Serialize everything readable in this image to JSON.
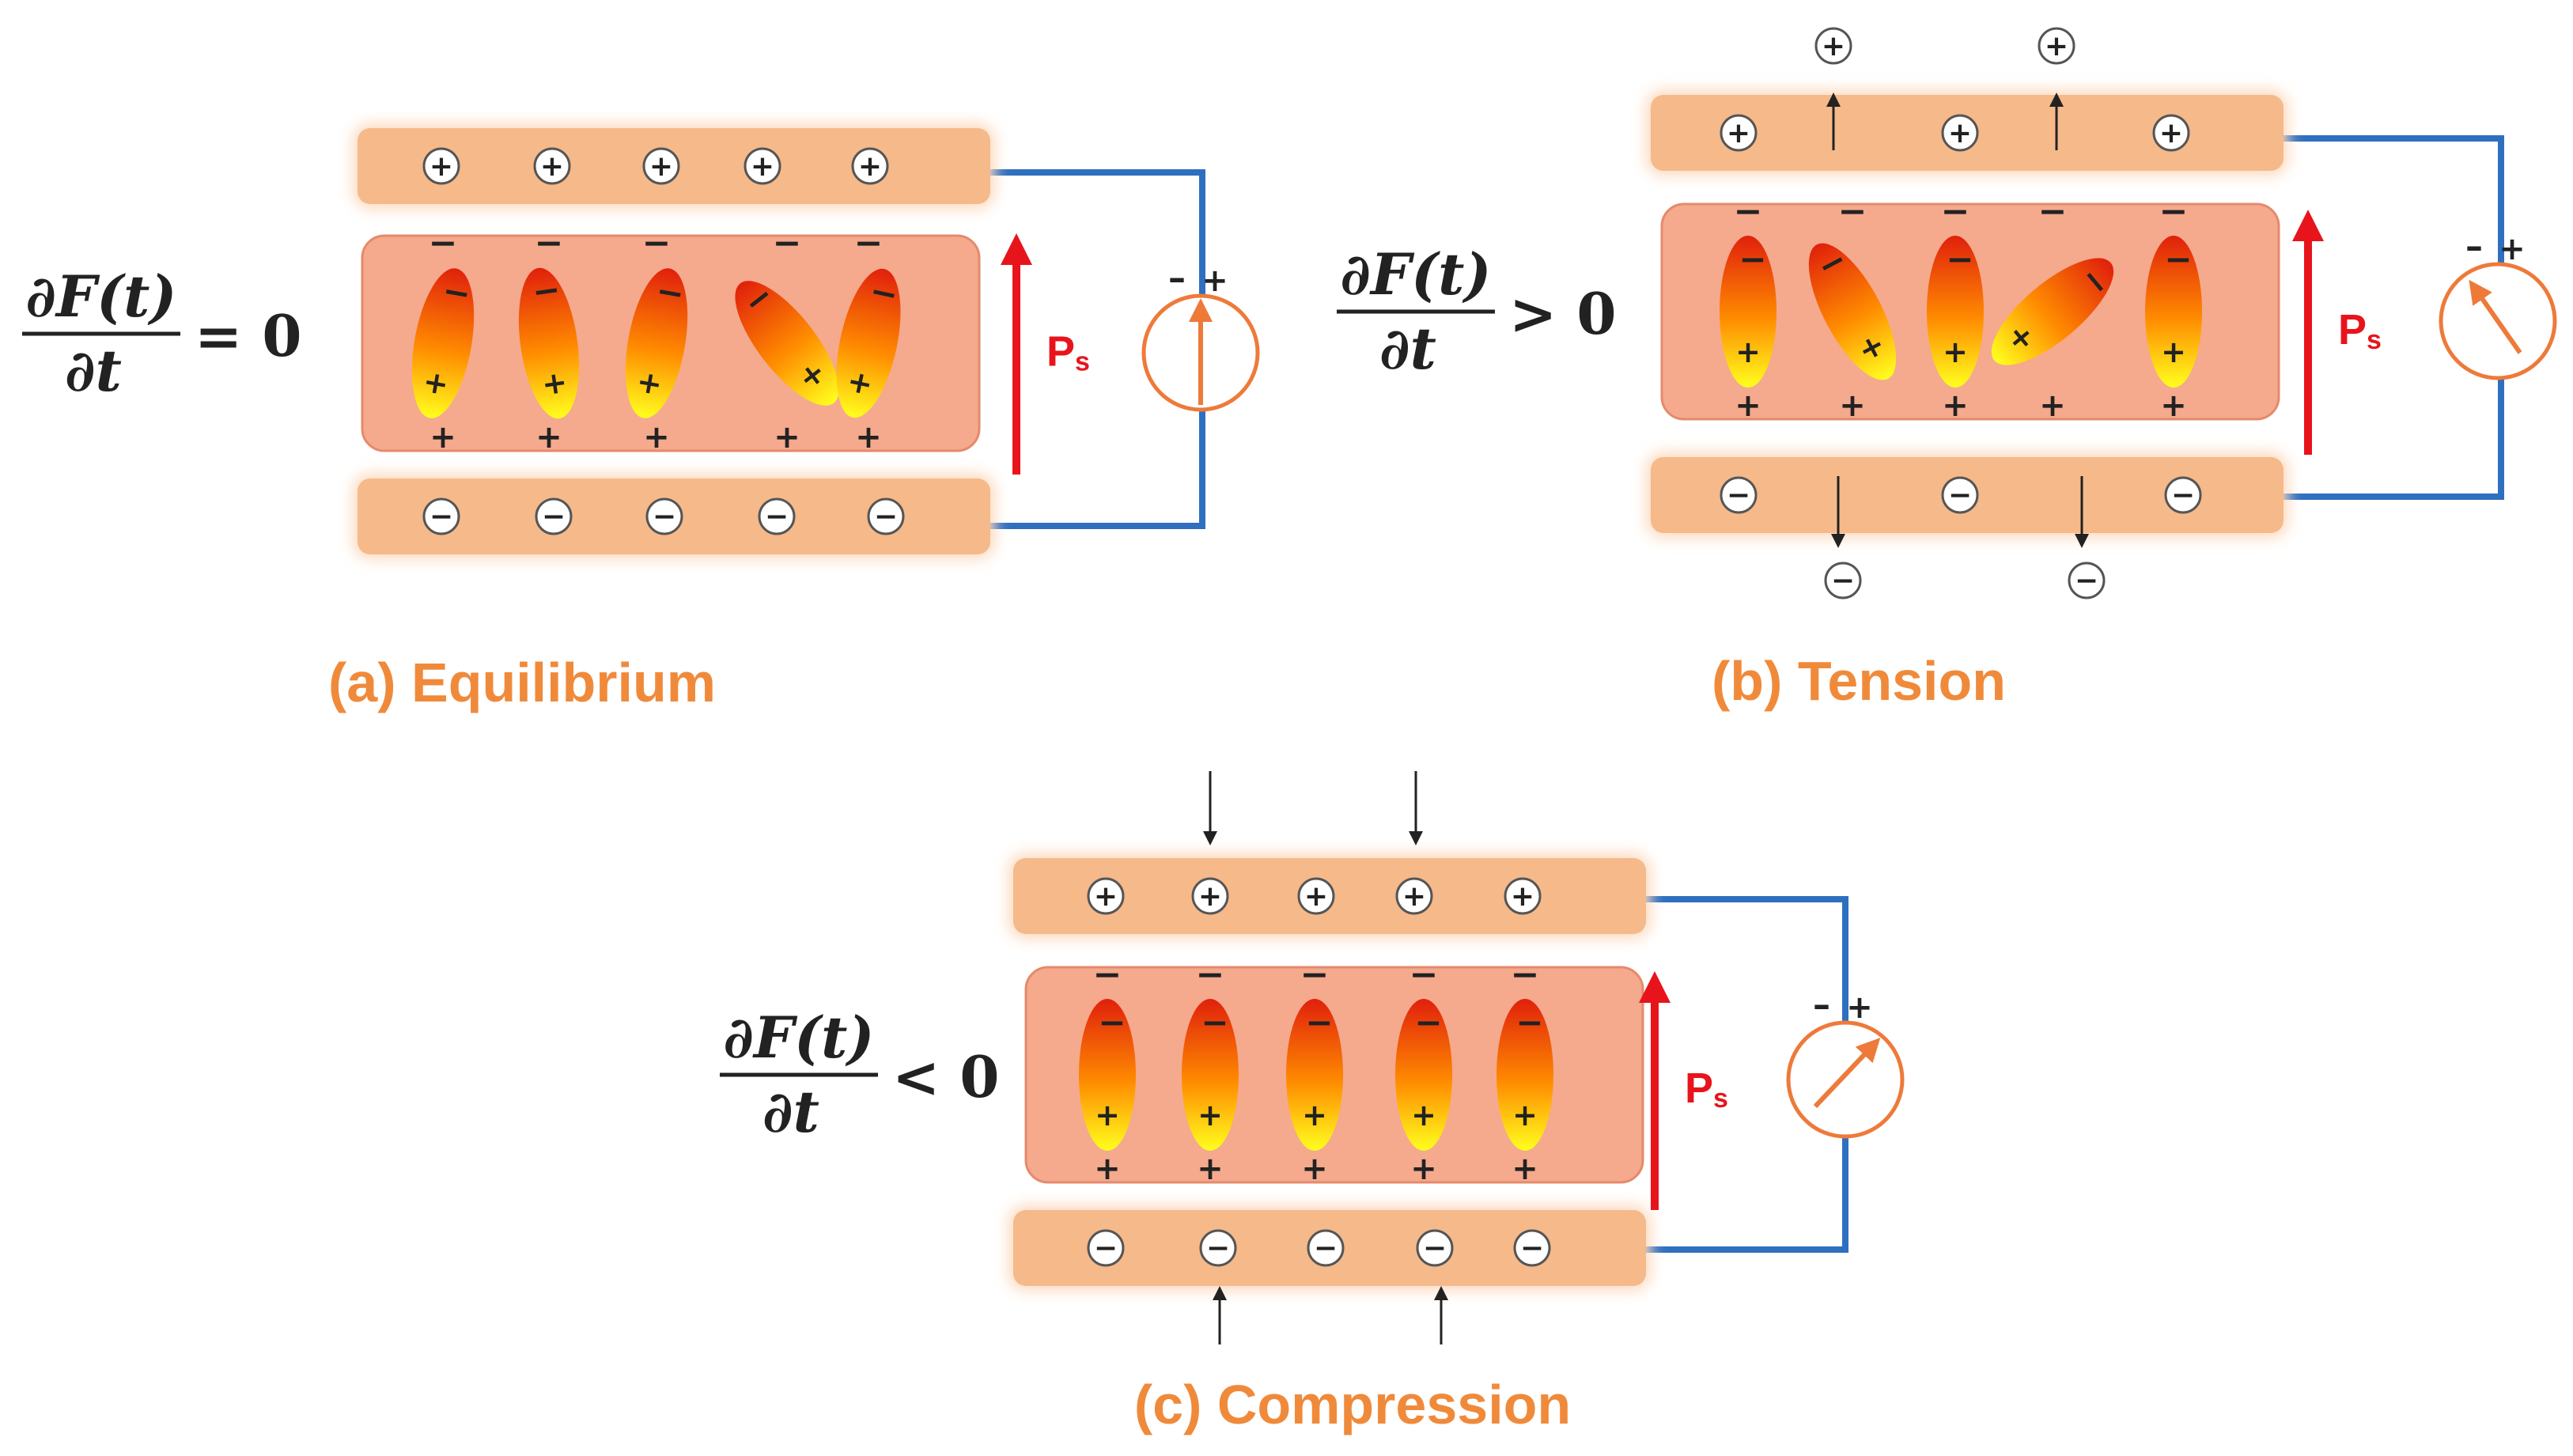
{
  "colors": {
    "electrode_fill": "#f6b98a",
    "electrode_glow": "#fcd9be",
    "material_fill": "#f5a98d",
    "material_stroke": "#e58a6c",
    "wire": "#2f6fc0",
    "ps_arrow": "#e8141c",
    "meter": "#ee7a3a",
    "caption": "#f08a3b",
    "dipole_top": "#e0200c",
    "dipole_mid": "#ff8c00",
    "dipole_bottom": "#ffff1e"
  },
  "panels": [
    {
      "id": "equilibrium",
      "caption": "(a) Equilibrium",
      "equation": {
        "numerator": "∂F(t)",
        "denominator": "∂t",
        "relation": "= 0"
      },
      "ps_label": "Ps",
      "meter_polarity": {
        "minus": "–",
        "plus": "+"
      },
      "top_charges": [
        "+",
        "+",
        "+",
        "+",
        "+"
      ],
      "bottom_charges": [
        "−",
        "−",
        "−",
        "−",
        "−"
      ],
      "dipole_tilts_deg": [
        10,
        -8,
        10,
        -38,
        12
      ],
      "meter_needle": "vertical",
      "force_arrows": "none"
    },
    {
      "id": "tension",
      "caption": "(b) Tension",
      "equation": {
        "numerator": "∂F(t)",
        "denominator": "∂t",
        "relation": "> 0"
      },
      "ps_label": "Ps",
      "meter_polarity": {
        "minus": "–",
        "plus": "+"
      },
      "top_charges": [
        "+",
        "+",
        "+"
      ],
      "bottom_charges": [
        "−",
        "−",
        "−"
      ],
      "released_top_charges": [
        "+",
        "+"
      ],
      "released_bottom_charges": [
        "−",
        "−"
      ],
      "dipole_tilts_deg": [
        0,
        -28,
        0,
        50,
        0
      ],
      "meter_needle": "left",
      "force_arrows": "outward"
    },
    {
      "id": "compression",
      "caption": "(c) Compression",
      "equation": {
        "numerator": "∂F(t)",
        "denominator": "∂t",
        "relation": "< 0"
      },
      "ps_label": "Ps",
      "meter_polarity": {
        "minus": "–",
        "plus": "+"
      },
      "top_charges": [
        "+",
        "+",
        "+",
        "+",
        "+"
      ],
      "bottom_charges": [
        "−",
        "−",
        "−",
        "−",
        "−"
      ],
      "dipole_tilts_deg": [
        0,
        0,
        0,
        0,
        0
      ],
      "meter_needle": "right",
      "force_arrows": "inward"
    }
  ]
}
